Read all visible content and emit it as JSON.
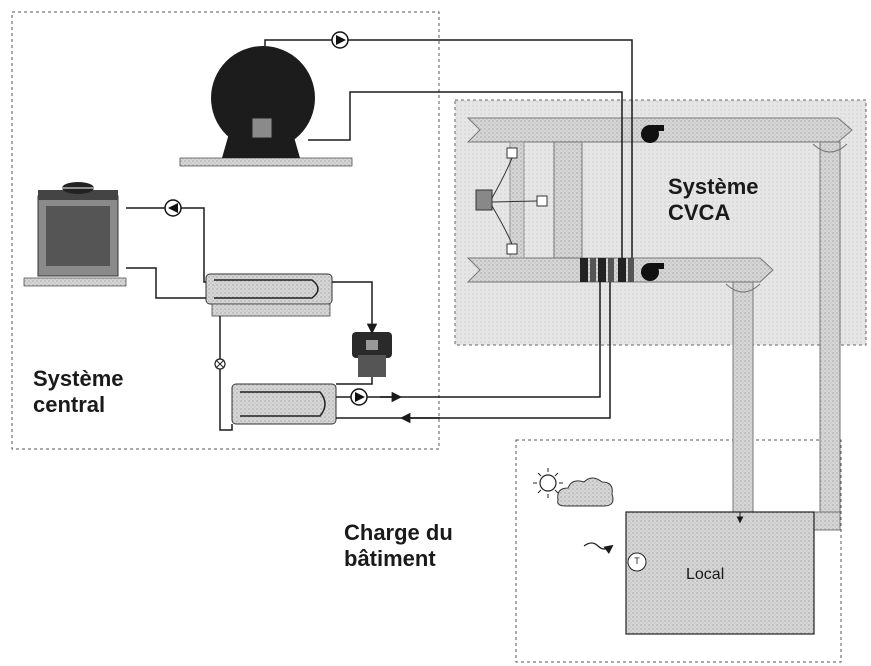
{
  "labels": {
    "central_line1": "Système",
    "central_line2": "central",
    "cvca_line1": "Système",
    "cvca_line2": "CVCA",
    "load_line1": "Charge du",
    "load_line2": "bâtiment",
    "local": "Local",
    "thermostat": "T"
  },
  "colors": {
    "line": "#1a1a1a",
    "dashed_border": "#555555",
    "cvca_zone": "#d9d9d9",
    "duct": "#c8c8c8",
    "equipment_dark": "#2a2a2a",
    "equipment_mid": "#8c8c8c",
    "room_fill": "#bdbdbd"
  },
  "icons": [
    "boiler-icon",
    "cooling-tower-icon",
    "chiller-icon",
    "pump-icon",
    "fan-icon",
    "sun-icon",
    "cloud-icon",
    "thermostat-icon",
    "valve-icon",
    "damper-icon",
    "coil-icon"
  ]
}
